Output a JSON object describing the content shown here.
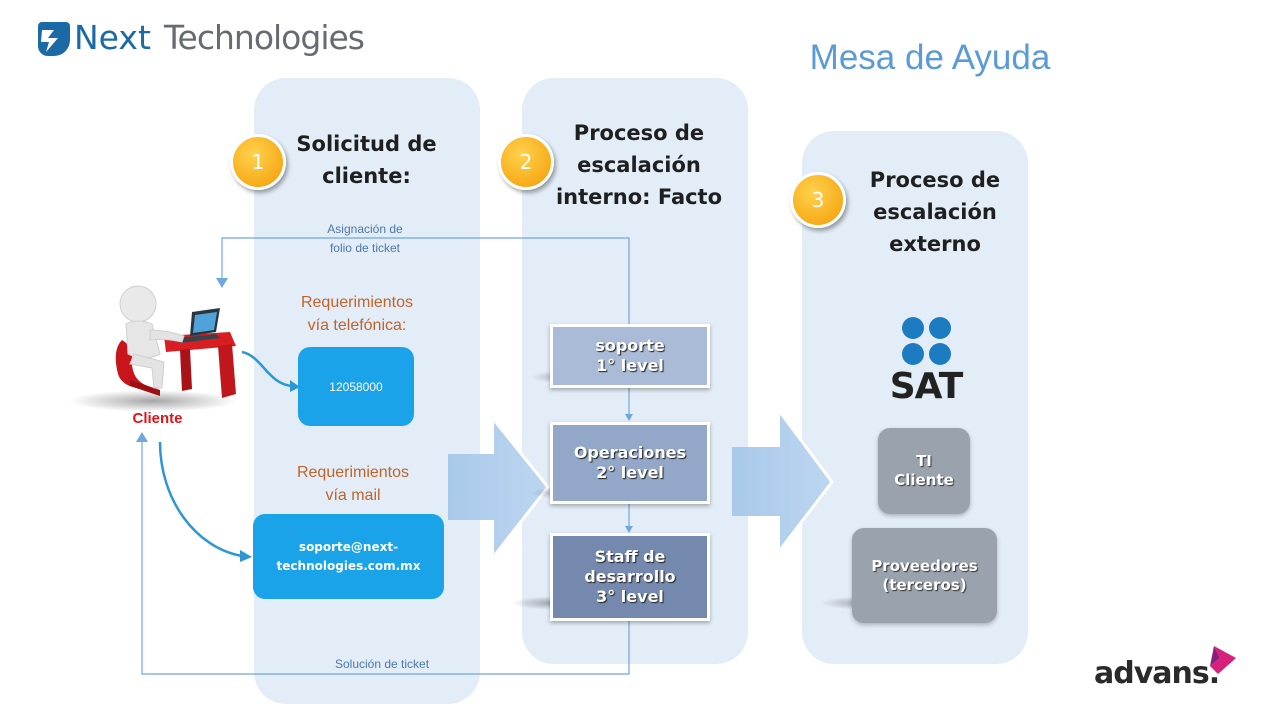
{
  "header": {
    "logo_text_next": "Next",
    "logo_text_tech": "Technologies",
    "title": "Mesa de Ayuda"
  },
  "columns": {
    "c1": {
      "number": "1",
      "title_line1": "Solicitud de",
      "title_line2": "cliente:"
    },
    "c2": {
      "number": "2",
      "title_line1": "Proceso de",
      "title_line2": "escalación",
      "title_line3": "interno: Facto"
    },
    "c3": {
      "number": "3",
      "title_line1": "Proceso de",
      "title_line2": "escalación",
      "title_line3": "externo"
    }
  },
  "labels": {
    "asignacion_line1": "Asignación de",
    "asignacion_line2": "folio de ticket",
    "tel_line1": "Requerimientos",
    "tel_line2": "vía telefónica:",
    "mail_line1": "Requerimientos",
    "mail_line2": "vía mail",
    "solucion": "Solución de ticket",
    "cliente": "Cliente"
  },
  "boxes": {
    "phone": "12058000",
    "email_line1": "soporte@next-",
    "email_line2": "technologies.com.mx"
  },
  "levels": {
    "l1_line1": "soporte",
    "l1_line2": "1° level",
    "l2_line1": "Operaciones",
    "l2_line2": "2° level",
    "l3_line1": "Staff de",
    "l3_line2": "desarrollo",
    "l3_line3": "3° level"
  },
  "external": {
    "sat_text": "SAT",
    "ti_line1": "TI",
    "ti_line2": "Cliente",
    "prov_line1": "Proveedores",
    "prov_line2": "(terceros)"
  },
  "footer_logo": "advans."
}
